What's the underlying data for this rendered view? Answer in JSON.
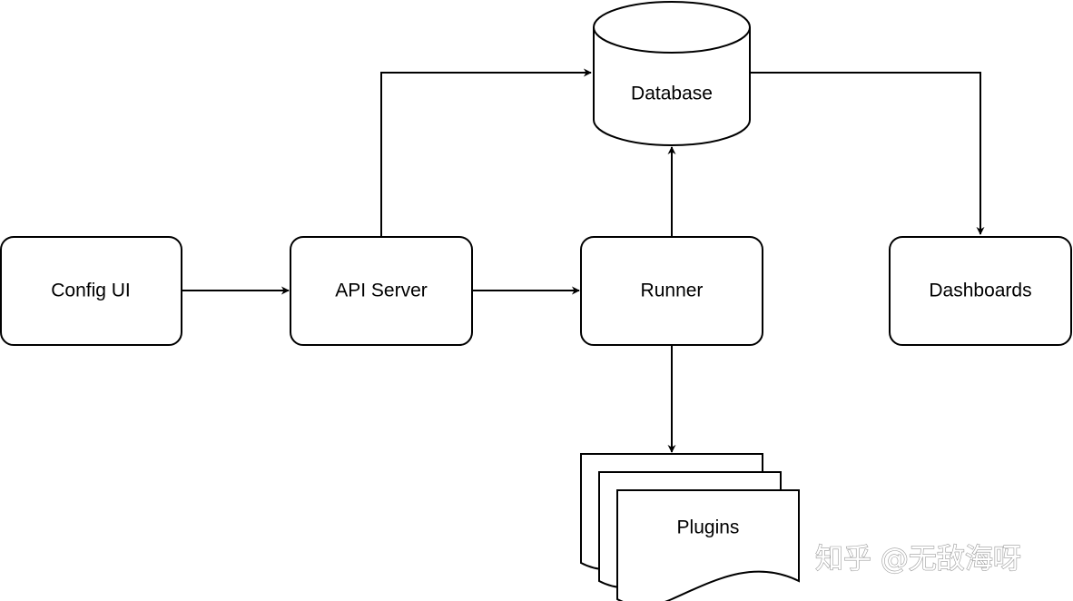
{
  "nodes": {
    "config_ui": "Config UI",
    "api_server": "API Server",
    "runner": "Runner",
    "dashboards": "Dashboards",
    "database": "Database",
    "plugins": "Plugins"
  },
  "edges": [
    {
      "from": "Config UI",
      "to": "API Server"
    },
    {
      "from": "API Server",
      "to": "Runner"
    },
    {
      "from": "API Server",
      "to": "Database"
    },
    {
      "from": "Runner",
      "to": "Database"
    },
    {
      "from": "Runner",
      "to": "Plugins"
    },
    {
      "from": "Database",
      "to": "Dashboards"
    }
  ],
  "watermark": "知乎 @无敌海呀",
  "colors": {
    "stroke": "#000000",
    "fill": "#ffffff",
    "watermark": "#9a9a9a"
  }
}
